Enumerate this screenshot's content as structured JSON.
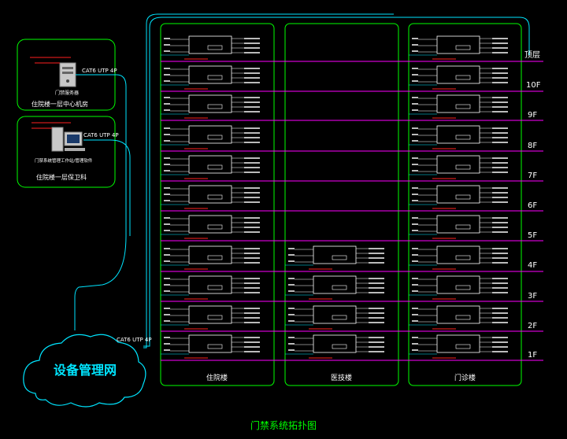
{
  "title": "门禁系统拓扑图",
  "cloud_label": "设备管理网",
  "server_room": {
    "caption": "住院楼一层中心机房",
    "device_label": "门禁服务器",
    "cable_label": "CAT6 UTP 4P"
  },
  "security_office": {
    "caption": "住院楼一层保卫科",
    "device_label": "门禁系统管理工作站/管理软件",
    "cable_label": "CAT6 UTP 4P"
  },
  "cloud_cable_label": "CAT6 UTP 4P",
  "floors": [
    "顶层",
    "10F",
    "9F",
    "8F",
    "7F",
    "6F",
    "5F",
    "4F",
    "3F",
    "2F",
    "1F"
  ],
  "buildings": [
    {
      "name": "住院楼",
      "floors_count": 11
    },
    {
      "name": "医技楼",
      "floors_count": 4
    },
    {
      "name": "门诊楼",
      "floors_count": 11
    }
  ],
  "colors": {
    "background": "#000000",
    "frame": "#00ff00",
    "network": "#00e5ff",
    "floor_line": "#ff00ff",
    "accent": "#ff2020",
    "text": "#ffffff",
    "title": "#00ff00"
  }
}
